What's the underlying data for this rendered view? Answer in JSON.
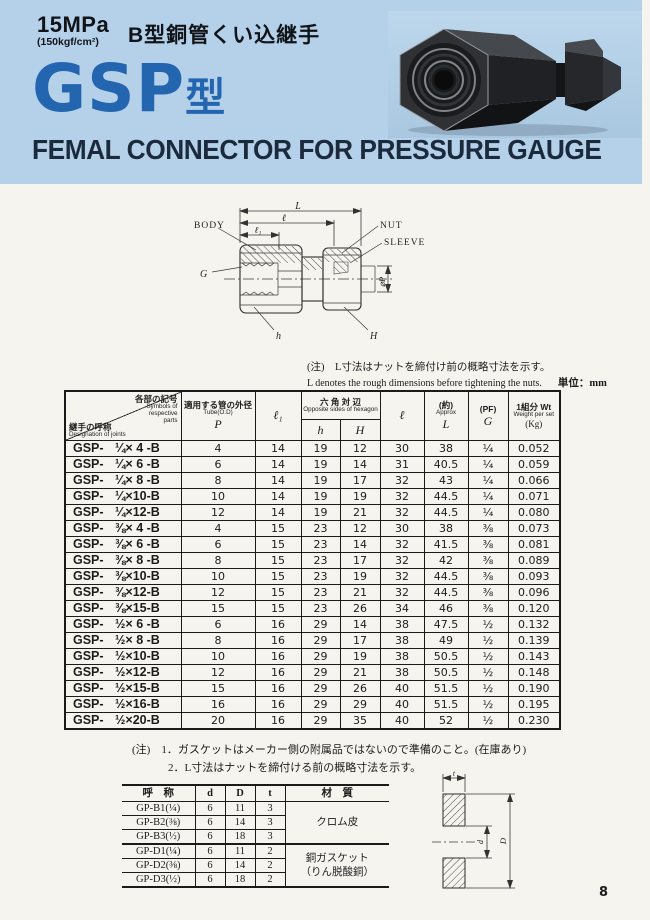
{
  "header": {
    "pressure": "15MPa",
    "pressure_sub": "(150kgf/cm²)",
    "type_jp": "B型銅管くい込継手",
    "model": "GSP",
    "model_suffix": "型",
    "title_en": "FEMAL CONNECTOR FOR PRESSURE GAUGE",
    "colors": {
      "band": "#b5d1e9",
      "model_blue": "#2465af",
      "title_navy": "#1b2a3c"
    }
  },
  "diagram": {
    "labels": {
      "L": "L",
      "l": "ℓ",
      "l1": "ℓ₁",
      "body": "BODY",
      "nut": "NUT",
      "sleeve": "SLEEVE",
      "g": "G",
      "h": "h",
      "H": "H",
      "p": "⌀P"
    }
  },
  "note_top": {
    "jp": "(注)　L寸法はナットを締付け前の概略寸法を示す。",
    "en": "L denotes the rough dimensions before tightening the nuts.",
    "unit": "単位：mm"
  },
  "main_table": {
    "corner": {
      "jp_top": "各部の記号",
      "en_top": "Symbols of\nrespective\nparts",
      "jp_bottom": "継手の呼称",
      "en_bottom": "Designation of joints"
    },
    "columns": {
      "p": {
        "jp": "適用する管の外径",
        "en": "Tube(O.D)",
        "sym": "P"
      },
      "l1": {
        "sym": "ℓ₁"
      },
      "hex": {
        "jp": "六 角 対 辺",
        "en": "Opposite sides of hexagon",
        "h": "h",
        "H": "H"
      },
      "l": {
        "sym": "ℓ"
      },
      "L": {
        "jp": "(約)",
        "en": "Approx",
        "sym": "L"
      },
      "G": {
        "jp": "(PF)",
        "sym": "G"
      },
      "wt": {
        "jp": "1組分 Wt",
        "en": "Weight per set",
        "sym": "(Kg)"
      }
    },
    "prefix": "GSP-",
    "rows": [
      [
        "¼× 4 -B",
        "4",
        "14",
        "19",
        "12",
        "30",
        "38",
        "¼",
        "0.052"
      ],
      [
        "¼× 6 -B",
        "6",
        "14",
        "19",
        "14",
        "31",
        "40.5",
        "¼",
        "0.059"
      ],
      [
        "¼× 8 -B",
        "8",
        "14",
        "19",
        "17",
        "32",
        "43",
        "¼",
        "0.066"
      ],
      [
        "¼×10-B",
        "10",
        "14",
        "19",
        "19",
        "32",
        "44.5",
        "¼",
        "0.071"
      ],
      [
        "¼×12-B",
        "12",
        "14",
        "19",
        "21",
        "32",
        "44.5",
        "¼",
        "0.080"
      ],
      [
        "⅜× 4 -B",
        "4",
        "15",
        "23",
        "12",
        "30",
        "38",
        "⅜",
        "0.073"
      ],
      [
        "⅜× 6 -B",
        "6",
        "15",
        "23",
        "14",
        "32",
        "41.5",
        "⅜",
        "0.081"
      ],
      [
        "⅜× 8 -B",
        "8",
        "15",
        "23",
        "17",
        "32",
        "42",
        "⅜",
        "0.089"
      ],
      [
        "⅜×10-B",
        "10",
        "15",
        "23",
        "19",
        "32",
        "44.5",
        "⅜",
        "0.093"
      ],
      [
        "⅜×12-B",
        "12",
        "15",
        "23",
        "21",
        "32",
        "44.5",
        "⅜",
        "0.096"
      ],
      [
        "⅜×15-B",
        "15",
        "15",
        "23",
        "26",
        "34",
        "46",
        "⅜",
        "0.120"
      ],
      [
        "½× 6 -B",
        "6",
        "16",
        "29",
        "14",
        "38",
        "47.5",
        "½",
        "0.132"
      ],
      [
        "½× 8 -B",
        "8",
        "16",
        "29",
        "17",
        "38",
        "49",
        "½",
        "0.139"
      ],
      [
        "½×10-B",
        "10",
        "16",
        "29",
        "19",
        "38",
        "50.5",
        "½",
        "0.143"
      ],
      [
        "½×12-B",
        "12",
        "16",
        "29",
        "21",
        "38",
        "50.5",
        "½",
        "0.148"
      ],
      [
        "½×15-B",
        "15",
        "16",
        "29",
        "26",
        "40",
        "51.5",
        "½",
        "0.190"
      ],
      [
        "½×16-B",
        "16",
        "16",
        "29",
        "29",
        "40",
        "51.5",
        "½",
        "0.195"
      ],
      [
        "½×20-B",
        "20",
        "16",
        "29",
        "35",
        "40",
        "52",
        "½",
        "0.230"
      ]
    ]
  },
  "notes_bottom": {
    "label": "(注)",
    "item1": "1．ガスケットはメーカー側の附属品ではないので準備のこと。(在庫あり)",
    "item2": "2．L寸法はナットを締付ける前の概略寸法を示す。"
  },
  "gasket_table": {
    "headers": [
      "呼　称",
      "d",
      "D",
      "t",
      "材　質"
    ],
    "rows": [
      [
        "GP-B1(¼)",
        "6",
        "11",
        "3"
      ],
      [
        "GP-B2(⅜)",
        "6",
        "14",
        "3"
      ],
      [
        "GP-B3(½)",
        "6",
        "18",
        "3"
      ],
      [
        "GP-D1(¼)",
        "6",
        "11",
        "2"
      ],
      [
        "GP-D2(⅜)",
        "6",
        "14",
        "2"
      ],
      [
        "GP-D3(½)",
        "6",
        "18",
        "2"
      ]
    ],
    "materials": [
      {
        "label": "クロム皮",
        "span": 3
      },
      {
        "label": "銅ガスケット\n（りん脱酸銅）",
        "span": 3
      }
    ]
  },
  "gasket_diagram": {
    "t": "t",
    "d": "d",
    "D": "D"
  },
  "page_number": "8"
}
